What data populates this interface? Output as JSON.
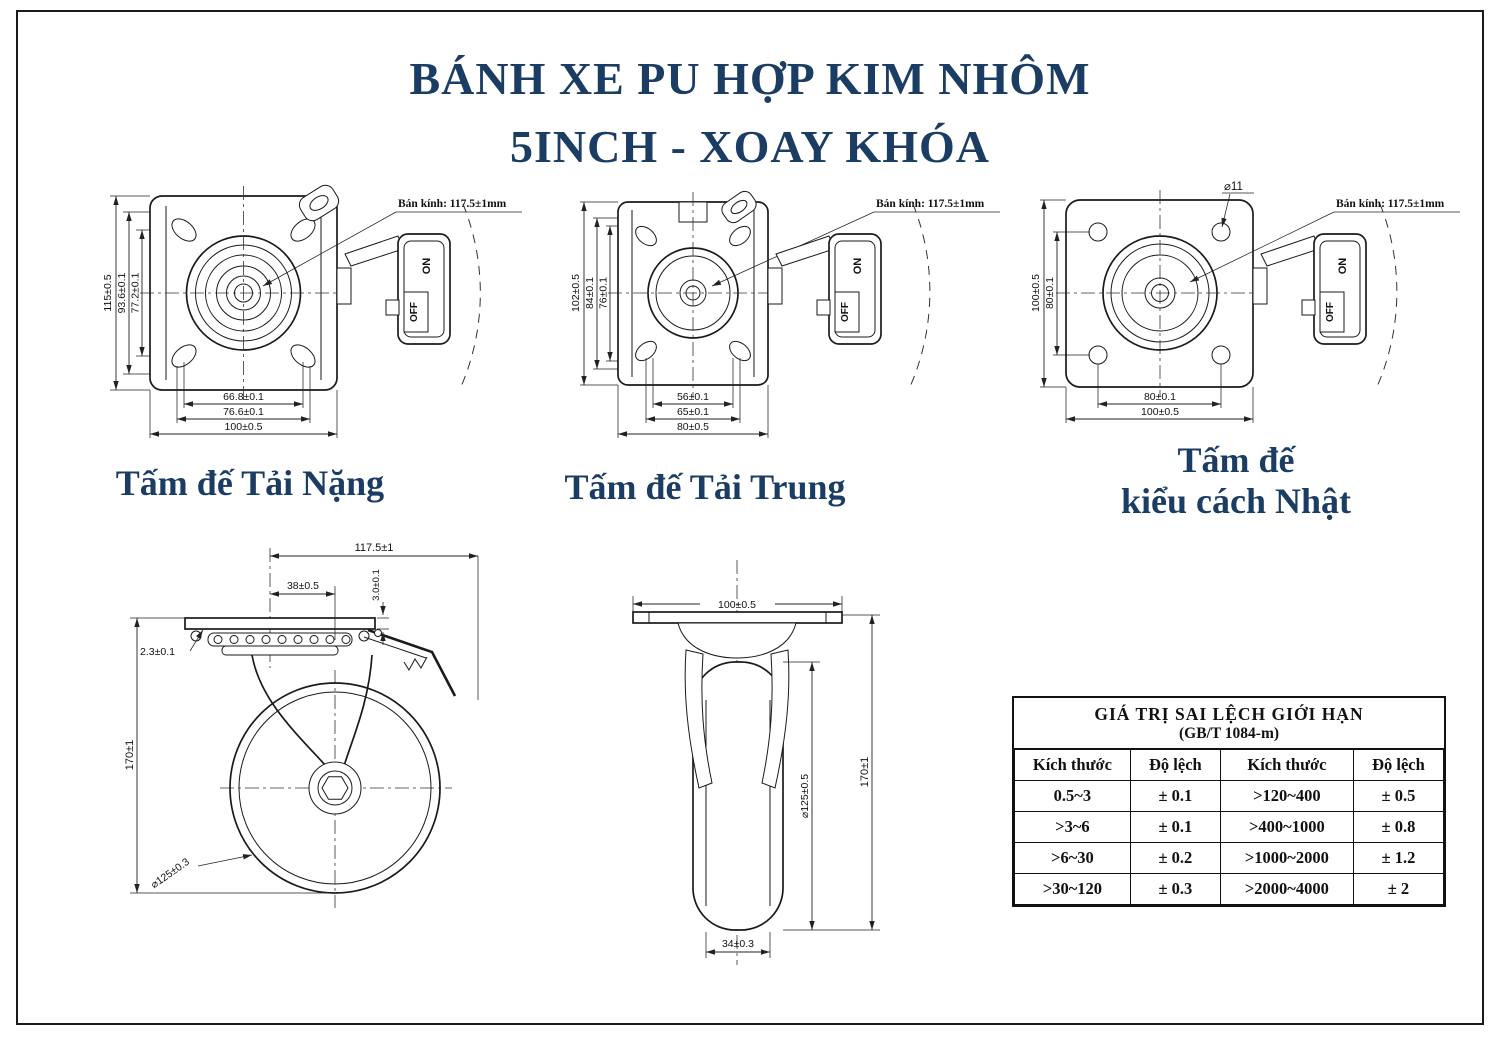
{
  "title": {
    "line1": "BÁNH XE PU HỢP KIM NHÔM",
    "line2": "5INCH - XOAY KHÓA"
  },
  "colors": {
    "heading": "#1b3c63",
    "line": "#1a1a1a"
  },
  "plate_views": {
    "heavy": {
      "caption": "Tấm đế Tải Nặng",
      "radius_label": "Bán kính: 117.5±1mm",
      "on_label": "ON",
      "off_label": "OFF",
      "dim_height_outer": "115±0.5",
      "dim_height_mid": "93.6±0.1",
      "dim_height_inner": "77.2±0.1",
      "dim_width_inner": "66.8±0.1",
      "dim_width_mid": "76.6±0.1",
      "dim_width_outer": "100±0.5"
    },
    "medium": {
      "caption": "Tấm đế Tải Trung",
      "radius_label": "Bán kính: 117.5±1mm",
      "on_label": "ON",
      "off_label": "OFF",
      "dim_height_outer": "102±0.5",
      "dim_height_mid": "84±0.1",
      "dim_height_inner": "76±0.1",
      "dim_width_inner": "56±0.1",
      "dim_width_mid": "65±0.1",
      "dim_width_outer": "80±0.5"
    },
    "japanese": {
      "caption_line1": "Tấm đế",
      "caption_line2": "kiểu cách Nhật",
      "radius_label": "Bán kính: 117.5±1mm",
      "hole_label": "⌀11",
      "on_label": "ON",
      "off_label": "OFF",
      "dim_height_outer": "100±0.5",
      "dim_height_inner": "80±0.1",
      "dim_width_inner": "80±0.1",
      "dim_width_outer": "100±0.5"
    }
  },
  "side_views": {
    "brake": {
      "dim_swivel_radius": "117.5±1",
      "dim_offset": "38±0.5",
      "dim_plate_thickness": "3.0±0.1",
      "dim_top_plate": "2.3±0.1",
      "dim_total_height": "170±1",
      "dim_wheel_dia": "⌀125±0.3"
    },
    "plain": {
      "dim_plate_width": "100±0.5",
      "dim_total_height": "170±1",
      "dim_wheel_dia": "⌀125±0.5",
      "dim_tread_width": "34±0.3"
    }
  },
  "table": {
    "title_line1": "GIÁ TRỊ SAI LỆCH GIỚI HẠN",
    "title_line2": "(GB/T 1084-m)",
    "headers": [
      "Kích thước",
      "Độ lệch",
      "Kích thước",
      "Độ lệch"
    ],
    "rows": [
      [
        "0.5~3",
        "± 0.1",
        ">120~400",
        "± 0.5"
      ],
      [
        ">3~6",
        "± 0.1",
        ">400~1000",
        "± 0.8"
      ],
      [
        ">6~30",
        "± 0.2",
        ">1000~2000",
        "± 1.2"
      ],
      [
        ">30~120",
        "± 0.3",
        ">2000~4000",
        "± 2"
      ]
    ]
  }
}
